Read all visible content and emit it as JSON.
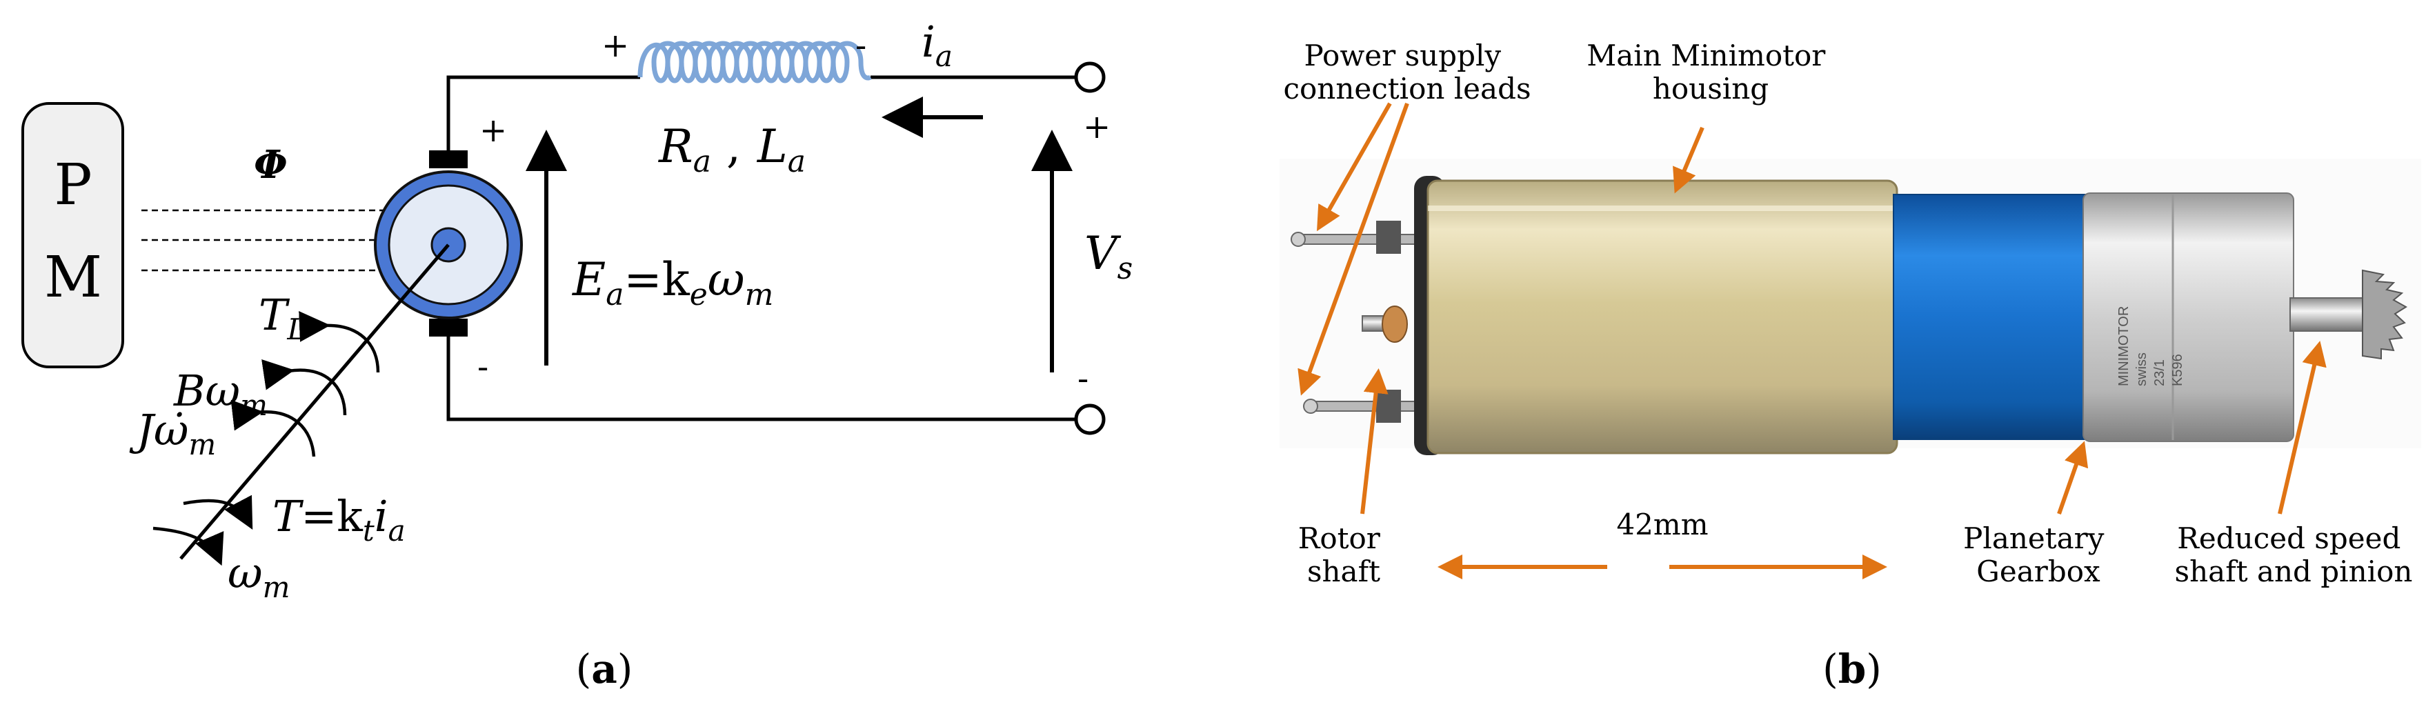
{
  "figure_a": {
    "pm_label_top": "P",
    "pm_label_bottom": "M",
    "flux_symbol": "Φ",
    "inductor_plus": "+",
    "inductor_minus": "-",
    "current_label": "i",
    "current_sub": "a",
    "resistance": "R",
    "resistance_sub": "a",
    "comma": ",",
    "inductance": "L",
    "inductance_sub": "a",
    "motor_plus": "+",
    "motor_minus": "-",
    "emf_E": "E",
    "emf_E_sub": "a",
    "emf_eq": "=k",
    "emf_k_sub": "e",
    "emf_omega": "ω",
    "emf_omega_sub": "m",
    "vs_plus": "+",
    "vs_minus": "-",
    "vs_label": "V",
    "vs_sub": "s",
    "load_torque": "T",
    "load_torque_sub": "L",
    "friction": "Bω",
    "friction_sub": "m",
    "inertia": "Jω̇",
    "inertia_sub": "m",
    "torque_T": "T",
    "torque_eq": "=k",
    "torque_k_sub": "t",
    "torque_i": "i",
    "torque_i_sub": "a",
    "speed": "ω",
    "speed_sub": "m",
    "caption_open": "(",
    "caption_letter": "a",
    "caption_close": ")"
  },
  "figure_b": {
    "callouts": {
      "leads": [
        "Power supply",
        "connection leads"
      ],
      "housing": [
        "Main Minimotor",
        "housing"
      ],
      "rotor": [
        "Rotor",
        "shaft"
      ],
      "dimension": "42mm",
      "gearbox": [
        "Planetary",
        "Gearbox"
      ],
      "pinion": [
        "Reduced speed",
        "shaft and pinion"
      ]
    },
    "engraving": [
      "MINIMOTOR",
      "swiss",
      "23/1",
      "K596"
    ],
    "caption_open": "(",
    "caption_letter": "b",
    "caption_close": ")"
  },
  "colors": {
    "coil": "#7ea6d8",
    "rotor_ring": "#3a63c8",
    "rotor_fill": "#dfe8f5",
    "arrow_orange": "#e07414",
    "gearbox_blue": "#1a73cf",
    "housing_gold": "#d8cc96"
  }
}
